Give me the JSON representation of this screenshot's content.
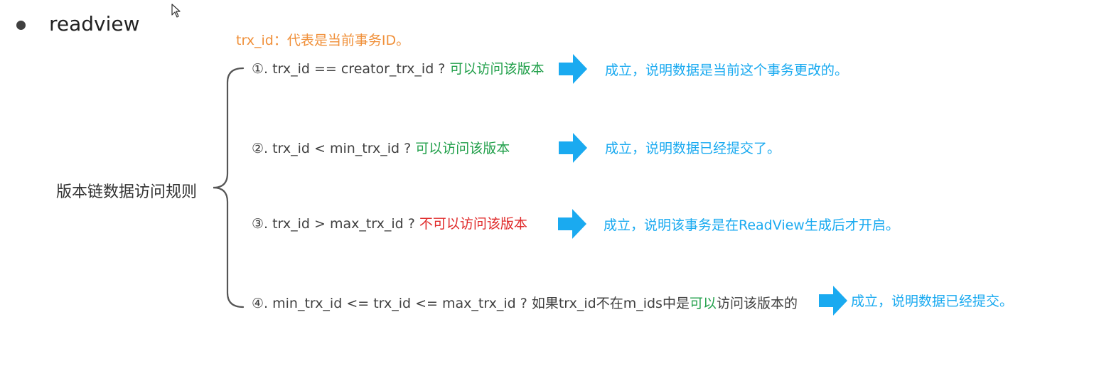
{
  "heading": "readview",
  "note": "trx_id：代表是当前事务ID。",
  "root_label": "版本链数据访问规则",
  "colors": {
    "note": "#f0903a",
    "allow": "#22a04b",
    "deny": "#e02a2a",
    "result": "#1aaaf0",
    "arrow": "#1aaaf0"
  },
  "rules": [
    {
      "condition": "①. trx_id  == creator_trx_id ?",
      "outcome": "可以访问该版本",
      "result": "成立，说明数据是当前这个事务更改的。"
    },
    {
      "condition": "②. trx_id < min_trx_id ?",
      "outcome": "可以访问该版本",
      "result": "成立，说明数据已经提交了。"
    },
    {
      "condition": "③. trx_id > max_trx_id ?",
      "outcome": "不可以访问该版本",
      "result": "成立，说明该事务是在ReadView生成后才开启。"
    },
    {
      "condition": "④. min_trx_id <= trx_id <= max_trx_id ?",
      "outcome_prefix": "如果trx_id不在m_ids中是",
      "outcome": "可以",
      "outcome_suffix": "访问该版本的",
      "result": "成立，说明数据已经提交。"
    }
  ],
  "icons": {
    "cursor": "mouse-pointer-icon",
    "arrow": "right-arrow-icon"
  }
}
